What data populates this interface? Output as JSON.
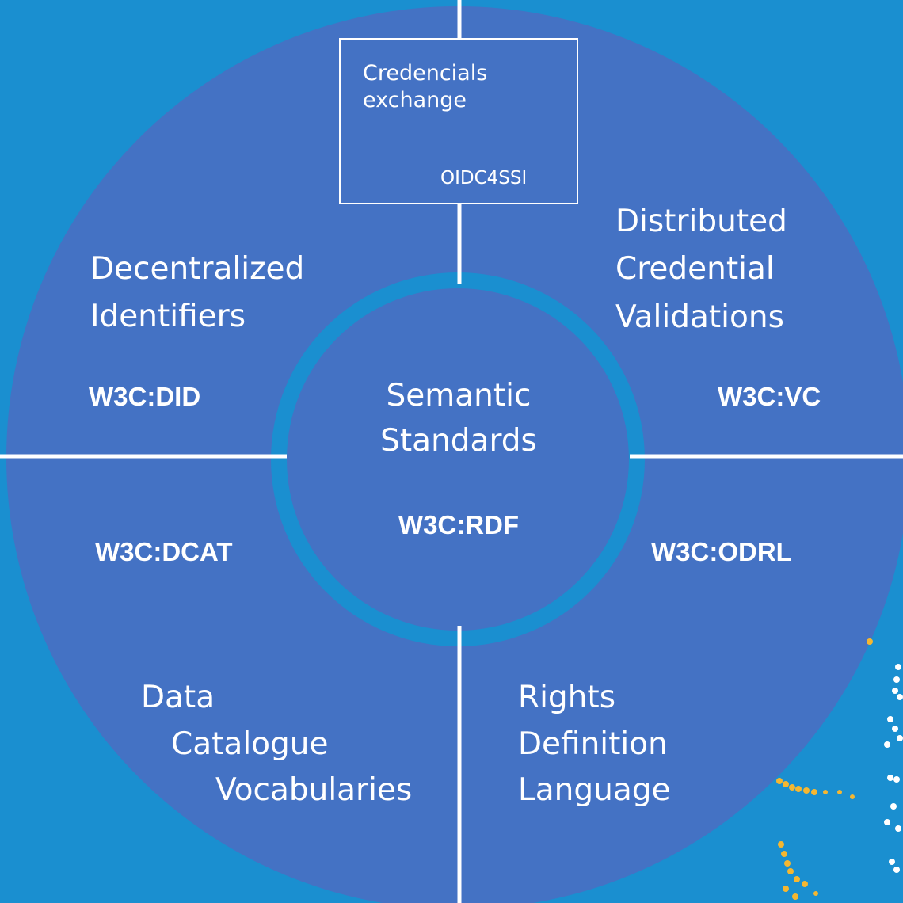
{
  "colors": {
    "background": "#1a8fd0",
    "disc": "#4472c4",
    "ring": "#1a8fd0",
    "divider": "#ffffff",
    "accent_dots": "#f5b731"
  },
  "center": {
    "title_lines": [
      "Semantic",
      "Standards"
    ],
    "standard": "W3C:RDF"
  },
  "quadrants": {
    "top_left": {
      "title_lines": [
        "Decentralized",
        "Identifiers"
      ],
      "standard": "W3C:DID"
    },
    "top_right": {
      "title_lines": [
        "Distributed",
        "Credential",
        "Validations"
      ],
      "standard": "W3C:VC"
    },
    "bottom_left": {
      "title_lines": [
        "Data",
        "Catalogue",
        "Vocabularies"
      ],
      "standard": "W3C:DCAT"
    },
    "bottom_right": {
      "title_lines": [
        "Rights",
        "Definition",
        "Language"
      ],
      "standard": "W3C:ODRL"
    }
  },
  "exchange_box": {
    "title_lines": [
      "Credencials",
      "exchange"
    ],
    "protocol": "OIDC4SSI"
  }
}
